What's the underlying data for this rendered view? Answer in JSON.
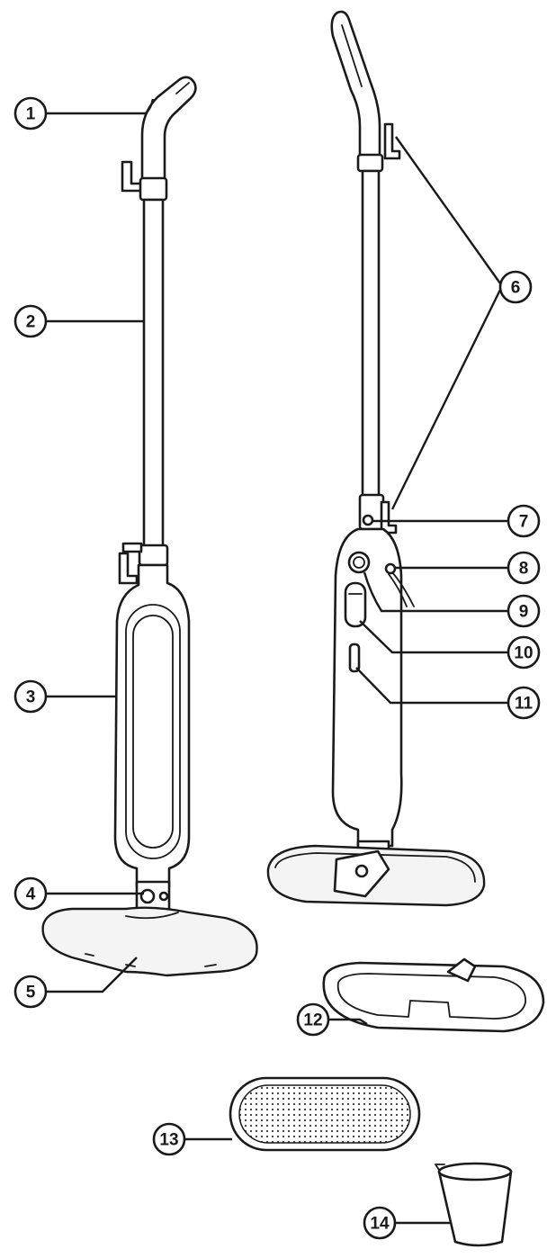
{
  "callouts": [
    {
      "id": "1",
      "label": "1"
    },
    {
      "id": "2",
      "label": "2"
    },
    {
      "id": "3",
      "label": "3"
    },
    {
      "id": "4",
      "label": "4"
    },
    {
      "id": "5",
      "label": "5"
    },
    {
      "id": "6",
      "label": "6"
    },
    {
      "id": "7",
      "label": "7"
    },
    {
      "id": "8",
      "label": "8"
    },
    {
      "id": "9",
      "label": "9"
    },
    {
      "id": "10",
      "label": "10"
    },
    {
      "id": "11",
      "label": "11"
    },
    {
      "id": "12",
      "label": "12"
    },
    {
      "id": "13",
      "label": "13"
    },
    {
      "id": "14",
      "label": "14"
    }
  ],
  "colors": {
    "ink": "#1a1a1a",
    "background": "#ffffff"
  }
}
